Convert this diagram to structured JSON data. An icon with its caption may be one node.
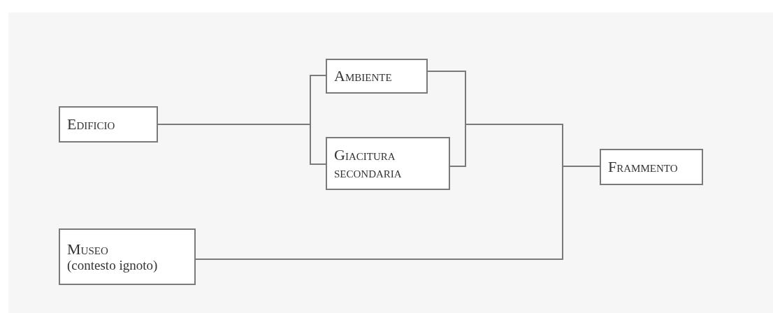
{
  "diagram": {
    "nodes": [
      {
        "text": [
          "Edificio"
        ]
      },
      {
        "text": [
          "Ambiente"
        ]
      },
      {
        "text": [
          "Giacitura secondaria"
        ]
      },
      {
        "text": [
          "Frammento"
        ]
      },
      {
        "text": [
          "Museo",
          "(contesto ignoto)"
        ]
      }
    ],
    "edges": [
      {
        "from": 0,
        "to": 1,
        "arrow": "none"
      },
      {
        "from": 0,
        "to": 2,
        "arrow": "none"
      },
      {
        "from": 1,
        "to": 3,
        "arrow": "none"
      },
      {
        "from": 2,
        "to": 3,
        "arrow": "none"
      },
      {
        "from": 4,
        "to": 3,
        "arrow": "none"
      }
    ]
  }
}
